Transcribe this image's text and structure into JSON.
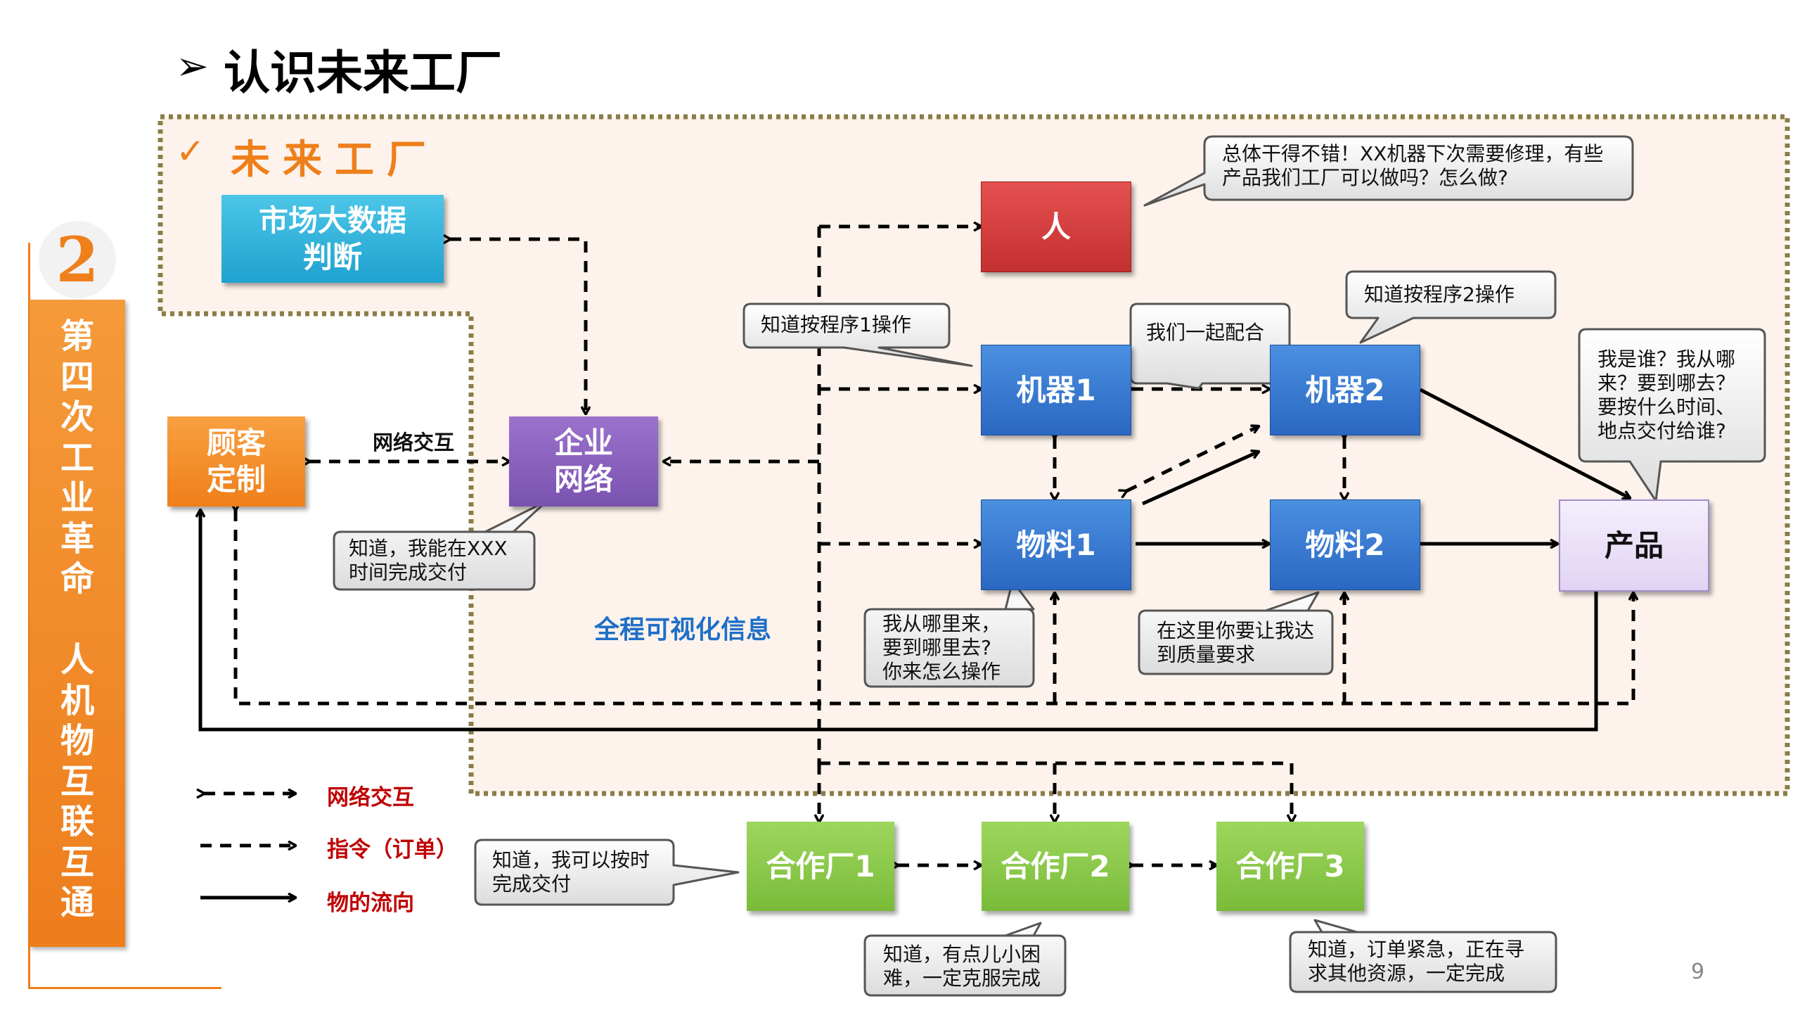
{
  "slide": {
    "title": "认识未来工厂",
    "section_number": "2",
    "sidebar_text": "第\n四\n次\n工\n业\n革\n命\n\n人\n机\n物\n互\n联\n互\n通",
    "region_title": "未来工厂",
    "page_number": "9",
    "center_label": "全程可视化信息",
    "network_label": "网络交互"
  },
  "nodes": {
    "market": "市场大数据\n判断",
    "customer": "顾客\n定制",
    "enterprise": "企业\n网络",
    "person": "人",
    "machine1": "机器1",
    "machine2": "机器2",
    "material1": "物料1",
    "material2": "物料2",
    "product": "产品",
    "partner1": "合作厂1",
    "partner2": "合作厂2",
    "partner3": "合作厂3"
  },
  "callouts": {
    "person": "总体干得不错！XX机器下次需要修理，有些\n产品我们工厂可以做吗？怎么做?",
    "machine1": "知道按程序1操作",
    "cooperate": "我们一起配合",
    "machine2": "知道按程序2操作",
    "product": "我是谁？我从哪\n来？要到哪去？\n要按什么时间、\n地点交付给谁?",
    "enterprise": "知道，我能在XXX\n时间完成交付",
    "material1": "我从哪里来，\n要到哪里去?\n你来怎么操作",
    "material2": "在这里你要让我达\n到质量要求",
    "partner1": "知道，我可以按时\n完成交付",
    "partner2": "知道，有点儿小困\n难，一定克服完成",
    "partner3": "知道，订单紧急，正在寻\n求其他资源，一定完成"
  },
  "legend": {
    "network": "网络交互",
    "command": "指令（订单）",
    "flow": "物的流向"
  },
  "colors": {
    "accent_orange": "#ef7f1a",
    "region_fill": "#fdf3ec",
    "region_border": "#8a7d48",
    "legend_red": "#c00000",
    "label_blue": "#1f6fc8"
  }
}
